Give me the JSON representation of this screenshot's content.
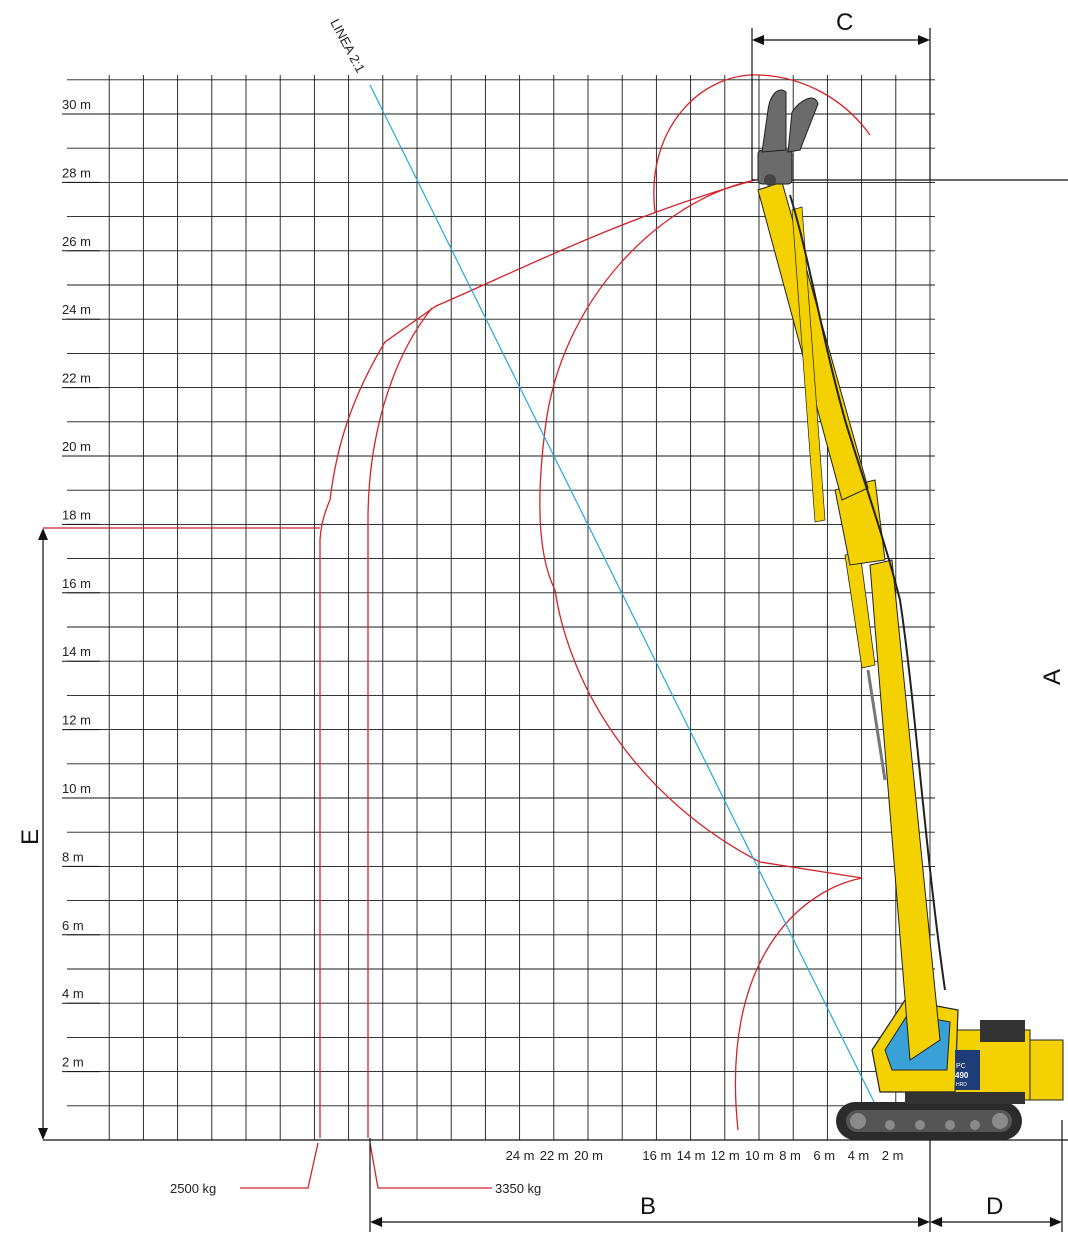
{
  "height_labels": [
    "2 m",
    "4 m",
    "6 m",
    "8 m",
    "10 m",
    "12 m",
    "14 m",
    "16 m",
    "18 m",
    "20 m",
    "22 m",
    "24 m",
    "26 m",
    "28 m",
    "30 m"
  ],
  "reach_labels": [
    {
      "text": "24 m",
      "m": 24
    },
    {
      "text": "22 m",
      "m": 22
    },
    {
      "text": "20 m",
      "m": 20
    },
    {
      "text": "16 m",
      "m": 16
    },
    {
      "text": "14 m",
      "m": 14
    },
    {
      "text": "12 m",
      "m": 12
    },
    {
      "text": "10 m",
      "m": 10
    },
    {
      "text": "8 m",
      "m": 8
    },
    {
      "text": "6 m",
      "m": 6
    },
    {
      "text": "4 m",
      "m": 4
    },
    {
      "text": "2 m",
      "m": 2
    }
  ],
  "line_label": "LINEA 2:1",
  "loads": {
    "outer": "2500 kg",
    "inner": "3350 kg"
  },
  "dimensions": {
    "a": "A",
    "b": "B",
    "c": "C",
    "d": "D",
    "e": "E"
  },
  "colors": {
    "envelope": "#d2232a",
    "ratio_line": "#2aa7dc",
    "machine": "#f4d100",
    "attachment": "#6b6b6b",
    "grid": "#1a1a1a"
  },
  "machine": {
    "model_top": "PC",
    "model_number": "490",
    "model_suffix": "HRD"
  }
}
